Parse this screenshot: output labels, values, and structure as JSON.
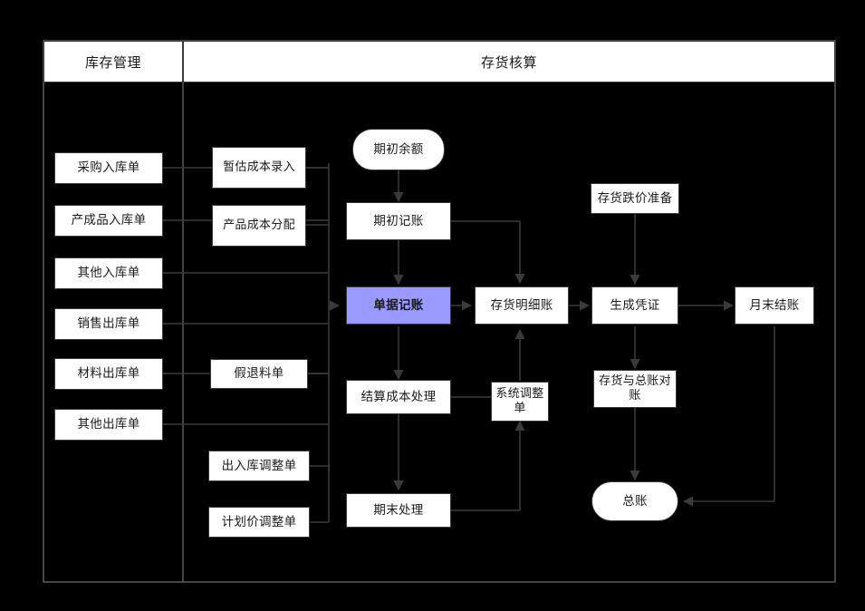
{
  "frame": {
    "headers": [
      {
        "id": "inventory-management",
        "label": "库存管理"
      },
      {
        "id": "inventory-accounting",
        "label": "存货核算"
      }
    ]
  },
  "colors": {
    "background": "#000000",
    "node_fill": "#ffffff",
    "node_border": "#3a3a3a",
    "highlight_fill": "#9999ff",
    "text": "#1a1a1a",
    "connector": "#3a3a3a"
  },
  "nodes": {
    "source_documents": [
      {
        "id": "purchase-receipt",
        "label": "采购入库单"
      },
      {
        "id": "finished-goods-receipt",
        "label": "产成品入库单"
      },
      {
        "id": "other-receipt",
        "label": "其他入库单"
      },
      {
        "id": "sales-issue",
        "label": "销售出库单"
      },
      {
        "id": "material-issue",
        "label": "材料出库单"
      },
      {
        "id": "other-issue",
        "label": "其他出库单"
      }
    ],
    "cost_documents": [
      {
        "id": "estimated-cost-entry",
        "label": "暂估成本录入"
      },
      {
        "id": "product-cost-allocation",
        "label": "产品成本分配"
      },
      {
        "id": "false-return-material",
        "label": "假退料单"
      },
      {
        "id": "in-out-adjustment",
        "label": "出入库调整单"
      },
      {
        "id": "planned-price-adjustment",
        "label": "计划价调整单"
      }
    ],
    "process": [
      {
        "id": "opening-balance",
        "label": "期初余额"
      },
      {
        "id": "opening-posting",
        "label": "期初记账"
      },
      {
        "id": "document-posting",
        "label": "单据记账"
      },
      {
        "id": "settlement-cost-processing",
        "label": "结算成本处理"
      },
      {
        "id": "period-end-processing",
        "label": "期末处理"
      },
      {
        "id": "system-adjustment",
        "label": "系统调整单"
      },
      {
        "id": "inventory-ledger",
        "label": "存货明细账"
      },
      {
        "id": "inventory-impairment",
        "label": "存货跌价准备"
      },
      {
        "id": "generate-voucher",
        "label": "生成凭证"
      },
      {
        "id": "inventory-gl-reconcile",
        "label": "存货与总账对账"
      },
      {
        "id": "month-end-closing",
        "label": "月末结账"
      },
      {
        "id": "general-ledger",
        "label": "总账"
      }
    ]
  }
}
